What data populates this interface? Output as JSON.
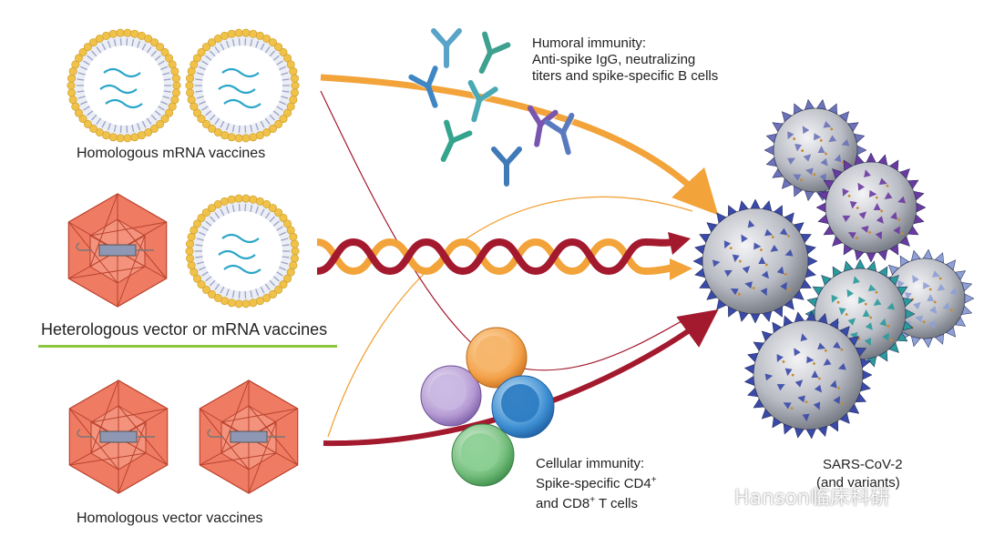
{
  "colors": {
    "humoral_arrow": "#f2a33a",
    "cellular_arrow": "#a3192e",
    "lipid_head": "#f0c24a",
    "lipid_tail": "#9aa3c7",
    "mrna": "#2aa6c9",
    "vector": "#e8604c",
    "virus_blue": "#3a4aa8",
    "virus_purple": "#6a3aa0",
    "virus_teal": "#2a9a9a",
    "underline": "#8cc63f"
  },
  "vaccines": {
    "homologous_mrna": "Homologous mRNA vaccines",
    "heterologous": "Heterologous vector or mRNA vaccines",
    "homologous_vector": "Homologous vector vaccines"
  },
  "humoral": {
    "line1": "Humoral immunity:",
    "line2": "Anti-spike IgG, neutralizing",
    "line3": "titers and spike-specific B cells"
  },
  "cellular": {
    "line1": "Cellular immunity:",
    "line2": "Spike-specific CD4",
    "line2_sup": "+",
    "line3a": "and CD8",
    "line3_sup": "+",
    "line3b": " T cells"
  },
  "target": {
    "line1": "SARS-CoV-2",
    "line2": "(and variants)"
  },
  "watermark": "Hanson临床科研"
}
